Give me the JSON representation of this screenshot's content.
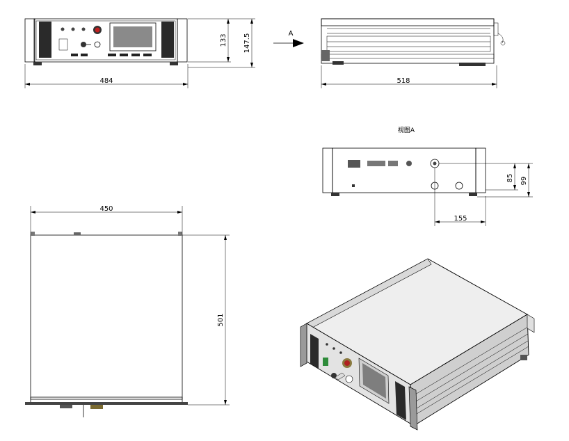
{
  "front_view": {
    "width_label": "484",
    "height_inner_label": "133",
    "height_outer_label": "147.5"
  },
  "side_view": {
    "depth_label": "518",
    "arrow_label": "A"
  },
  "rear_view": {
    "title": "视图A",
    "width_label": "155",
    "height_inner_label": "85",
    "height_outer_label": "99"
  },
  "top_view": {
    "width_label": "450",
    "depth_label": "501"
  },
  "colors": {
    "panel_gray": "#b8b8b8",
    "body_gray": "#c8c8c8",
    "line": "#000000",
    "screen": "#808080",
    "green_button": "#2e8b3a",
    "red_button": "#b02020"
  }
}
